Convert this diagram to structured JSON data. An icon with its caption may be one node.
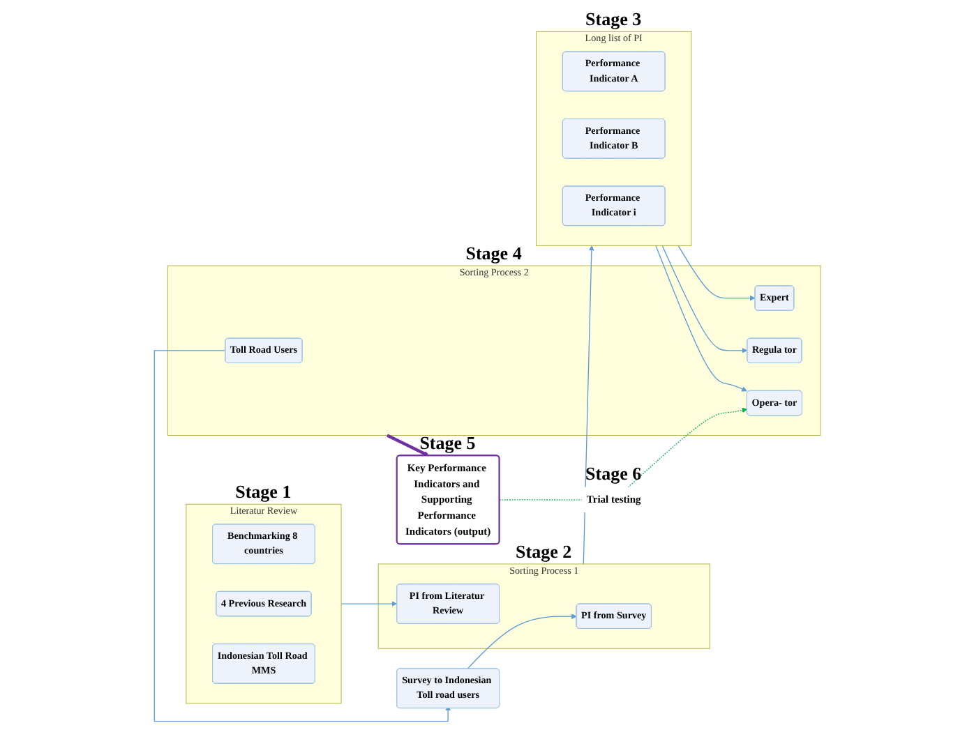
{
  "diagram": {
    "nodes": [
      {
        "text": [
          "Literatur Review"
        ],
        "beside": [
          "Stage 1"
        ]
      },
      {
        "text": [
          "Benchmarking 8 countries"
        ],
        "in": 0
      },
      {
        "text": [
          "4 Previous Research"
        ],
        "in": 0
      },
      {
        "text": [
          "Indonesian Toll Road MMS"
        ],
        "in": 0
      },
      {
        "text": [
          "Survey to Indonesian Toll road users"
        ]
      },
      {
        "text": [
          "Sorting Process 1"
        ],
        "beside": [
          "Stage 2"
        ]
      },
      {
        "text": [
          "PI from Literatur Review"
        ],
        "in": 5
      },
      {
        "text": [
          "PI from Survey"
        ],
        "in": 5
      },
      {
        "text": [
          "Long list of PI"
        ],
        "beside": [
          "Stage 3"
        ]
      },
      {
        "text": [
          "Performance Indicator A"
        ],
        "in": 8
      },
      {
        "text": [
          "Performance Indicator B"
        ],
        "in": 8
      },
      {
        "text": [
          "Performance Indicator i"
        ],
        "in": 8
      },
      {
        "text": [
          "Sorting Process 2"
        ],
        "beside": [
          "Stage 4"
        ]
      },
      {
        "text": [
          "Toll Road Users"
        ],
        "in": 12
      },
      {
        "text": [
          "Expert"
        ],
        "in": 12
      },
      {
        "text": [
          "Regula tor"
        ],
        "in": 12
      },
      {
        "text": [
          "Opera- tor"
        ],
        "in": 12
      },
      {
        "text": [
          "Key Performance Indicators and Supporting Performance Indicators (output)"
        ],
        "beside": [
          "Stage 5"
        ]
      },
      {
        "text": [
          "Trial testing"
        ],
        "beside": [
          "Stage 6"
        ]
      }
    ],
    "edges": [
      {
        "from": 0,
        "to": 6,
        "arrow": "to"
      },
      {
        "from": 4,
        "to": 7,
        "arrow": "to"
      },
      {
        "from": 5,
        "to": 8,
        "arrow": "to"
      },
      {
        "from": 8,
        "to": 15,
        "arrow": "to"
      },
      {
        "from": 8,
        "to": 14,
        "arrow": "to"
      },
      {
        "from": 8,
        "to": 16,
        "arrow": "to"
      },
      {
        "from": 13,
        "to": 4,
        "arrow": "to"
      },
      {
        "from": 12,
        "to": 17,
        "arrow": "to",
        "style": "thick",
        "color": "#7030a0"
      },
      {
        "from": 17,
        "to": 18,
        "arrow": "none",
        "style": "dashed",
        "color": "#00b050"
      },
      {
        "from": 18,
        "to": 16,
        "arrow": "to",
        "style": "dashed",
        "color": "#00b050"
      }
    ]
  }
}
